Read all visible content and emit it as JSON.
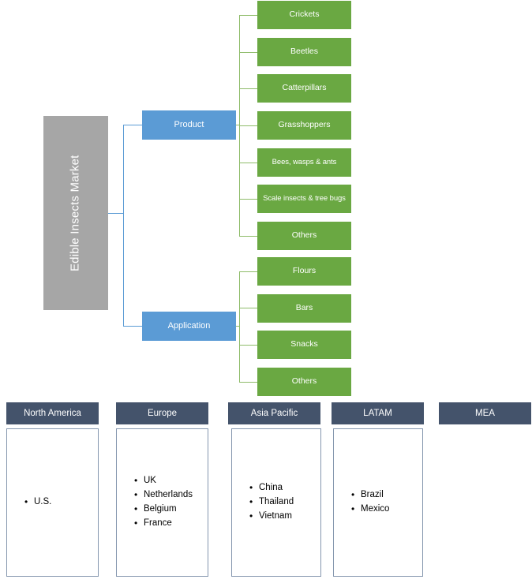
{
  "diagram": {
    "title": "Edible Insects Market",
    "root": {
      "label": "Edible Insects Market",
      "color": "#a6a6a6"
    },
    "categories": [
      {
        "label": "Product",
        "color": "#5b9bd5"
      },
      {
        "label": "Application",
        "color": "#5b9bd5"
      }
    ],
    "product_segments": [
      {
        "label": "Crickets"
      },
      {
        "label": "Beetles"
      },
      {
        "label": "Catterpillars"
      },
      {
        "label": "Grasshoppers"
      },
      {
        "label": "Bees, wasps & ants"
      },
      {
        "label": "Scale insects & tree bugs"
      },
      {
        "label": "Others"
      }
    ],
    "application_segments": [
      {
        "label": "Flours"
      },
      {
        "label": "Bars"
      },
      {
        "label": "Snacks"
      },
      {
        "label": "Others"
      }
    ],
    "leaf_color": "#6aa842",
    "connector_color": "#8fbc6a",
    "connector_color_blue": "#5b9bd5"
  },
  "regions": {
    "header_color": "#44536b",
    "items": [
      {
        "name": "North America",
        "countries": [
          "U.S."
        ]
      },
      {
        "name": "Europe",
        "countries": [
          "UK",
          "Netherlands",
          "Belgium",
          "France"
        ]
      },
      {
        "name": "Asia Pacific",
        "countries": [
          "China",
          "Thailand",
          "Vietnam"
        ]
      },
      {
        "name": "LATAM",
        "countries": [
          "Brazil",
          "Mexico"
        ]
      },
      {
        "name": "MEA",
        "countries": []
      }
    ]
  }
}
